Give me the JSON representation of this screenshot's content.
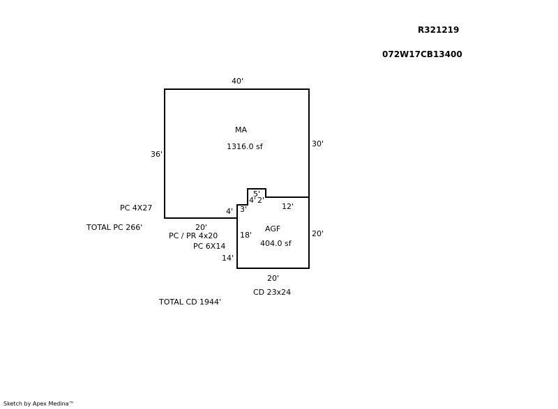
{
  "header": {
    "record_id": "R321219",
    "parcel_id": "072W17CB13400"
  },
  "areas": {
    "main": {
      "code": "MA",
      "area": "1316.0 sf"
    },
    "garage": {
      "code": "AGF",
      "area": "404.0 sf"
    }
  },
  "dimensions": {
    "ma_top": "40'",
    "ma_right": "30'",
    "ma_left": "36'",
    "ma_bottom": "20'",
    "step_4a": "4'",
    "step_3": "3'",
    "step_4b": "4'",
    "step_5": "5'",
    "step_2": "2'",
    "agf_top": "12'",
    "agf_left": "18'",
    "agf_right": "20'",
    "agf_bottom": "20'",
    "agf_14": "14'"
  },
  "notes": {
    "pc1": "PC  4X27",
    "total_pc": "TOTAL PC 266'",
    "pc_pr": "PC / PR  4x20",
    "pc2": "PC  6X14",
    "cd": "CD  23x24",
    "total_cd": "TOTAL CD 1944'"
  },
  "footer": "Sketch by Apex Medina™"
}
